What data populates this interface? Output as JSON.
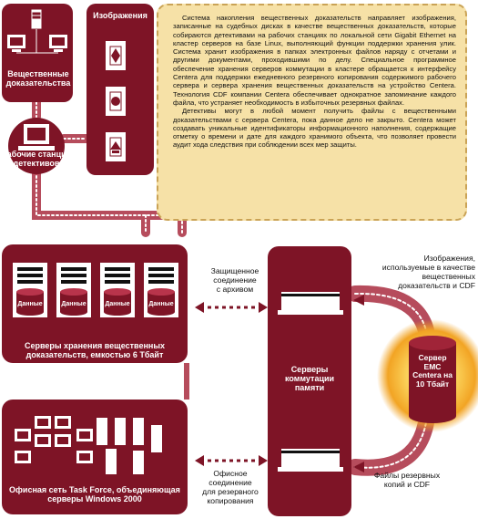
{
  "panels": {
    "evidence_storage": "Вещественные\nдоказательства",
    "detective_workstations": "Рабочие станции\nдетективов",
    "images_header": "Изображения",
    "storage_servers": "Серверы хранения вещественных\nдоказательств, емкостью 6 Тбайт",
    "memory_servers": "Серверы\nкоммутации\nпамяти",
    "office_network": "Офисная сеть Task Force, объединяющая\nсерверы Windows 2000",
    "emc_centera": "Сервер\nEMC\nCentera на\n10 Тбайт"
  },
  "disk_labels": [
    "Данные",
    "Данные",
    "Данные",
    "Данные"
  ],
  "connections": {
    "archive": "Защищенное\nсоединение\nс архивом",
    "office_backup": "Офисное\nсоединение\nдля резервного\nкопирования",
    "images_used": "Изображения,\nиспользуемые в качестве\nвещественных\nдоказательств и CDF",
    "backup_files": "Файлы резервных\nкопий и CDF"
  },
  "description": {
    "paragraph1": "Система накопления вещественных доказательств направляет изображения, записанные на судебных дисках в качестве вещественных доказательств, которые собираются детективами на рабочих станциях по локальной сети Gigabit Ethernet на кластер серверов на базе Linux, выполняющий функции поддержки хранения улик. Система хранит изображения в папках электронных файлов наряду с отчетами и другими документами, проходившими по делу. Специальное программное обеспечение хранения серверов коммутации в кластере обращается к интерфейсу Centera для поддержки ежедневного резервного копирования содержимого рабочего сервера и сервера хранения вещественных доказательств на устройство Centera. Технология CDF компании Centera обеспечивает однократное запоминание каждого файла, что устраняет необходимость в избыточных резервных файлах.",
    "paragraph2": "Детективы могут в любой момент получить файлы с вещественными доказательствами с сервера Centera, пока данное дело не закрыто. Centera может создавать уникальные идентификаторы информационного наполнения, содержащие отметку о времени и дате для каждого хранимого объекта, что позволяет провести аудит хода следствия при соблюдении всех мер защиты."
  },
  "colors": {
    "panel": "#7e1426",
    "connector": "#a93a4b",
    "description_bg": "#f6e1a7",
    "glow": "#f3a51f"
  }
}
